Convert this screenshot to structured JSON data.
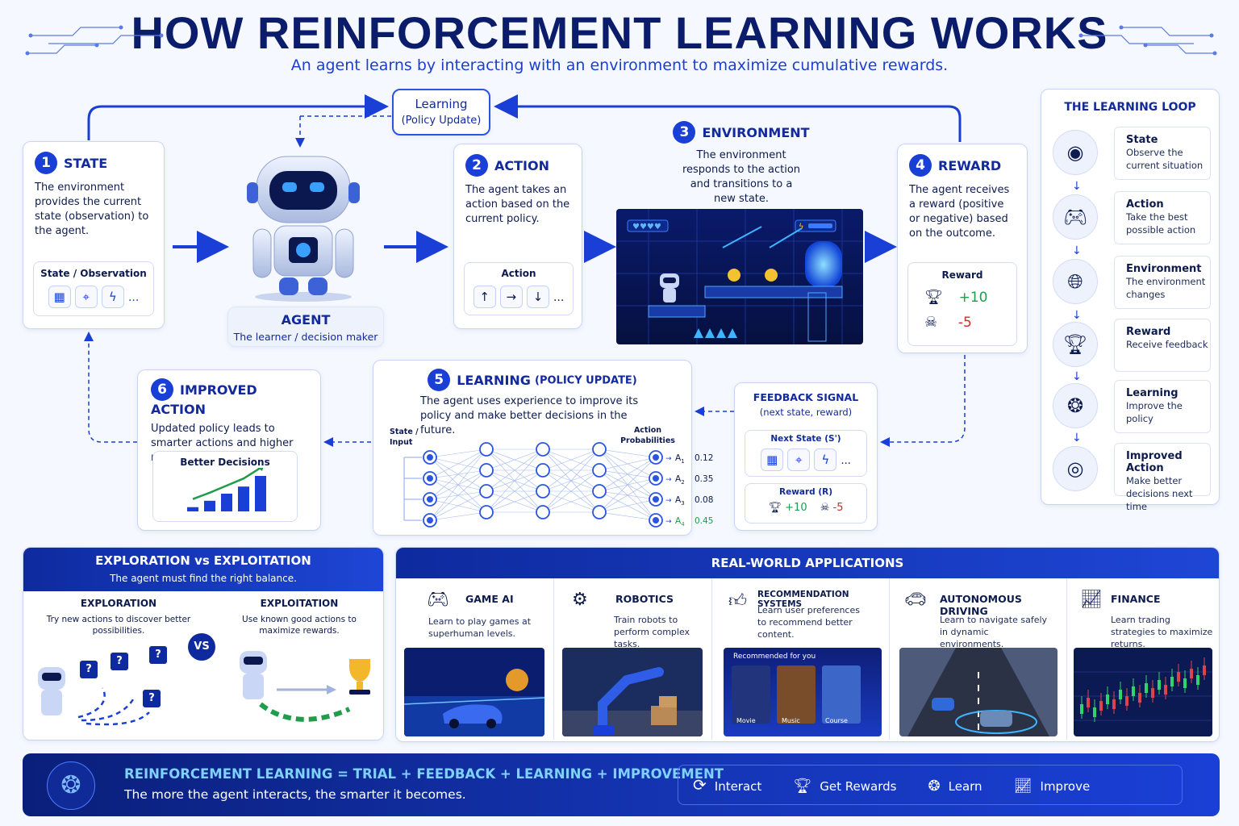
{
  "header": {
    "title": "HOW REINFORCEMENT LEARNING WORKS",
    "subtitle": "An agent learns by interacting with an environment to maximize cumulative rewards."
  },
  "learning_box": {
    "line1": "Learning",
    "line2": "(Policy Update)"
  },
  "state": {
    "num": "1",
    "title": "STATE",
    "desc": "The environment provides the current state (observation) to the agent.",
    "panel_title": "State / Observation",
    "icons": [
      "grid-icon",
      "map-pin-icon",
      "lightning-icon"
    ],
    "more": "..."
  },
  "agent": {
    "title": "AGENT",
    "desc": "The learner / decision maker"
  },
  "action": {
    "num": "2",
    "title": "ACTION",
    "desc": "The agent takes an action based on the current policy.",
    "panel_title": "Action",
    "icons": [
      "arrow-up-icon",
      "arrow-right-icon",
      "arrow-down-icon"
    ],
    "more": "..."
  },
  "environment": {
    "num": "3",
    "title": "ENVIRONMENT",
    "desc": "The environment responds to the action and transitions to a new state."
  },
  "reward": {
    "num": "4",
    "title": "REWARD",
    "desc": "The agent receives a reward (positive or negative) based on the outcome.",
    "panel_title": "Reward",
    "positive": "+10",
    "negative": "-5"
  },
  "learning_step": {
    "num": "5",
    "title": "LEARNING",
    "title_suffix": "(POLICY UPDATE)",
    "desc": "The agent uses experience to improve its policy and make better decisions in the future.",
    "input_label": "State / Input",
    "output_label": "Action Probabilities",
    "actions": [
      {
        "label": "A1",
        "sub": "1",
        "prob": "0.12"
      },
      {
        "label": "A2",
        "sub": "2",
        "prob": "0.35"
      },
      {
        "label": "A3",
        "sub": "3",
        "prob": "0.08"
      },
      {
        "label": "A4",
        "sub": "4",
        "prob": "0.45"
      }
    ]
  },
  "improved": {
    "num": "6",
    "title": "IMPROVED ACTION",
    "desc": "Updated policy leads to smarter actions and higher rewards over time.",
    "panel_title": "Better Decisions",
    "bars": [
      0.12,
      0.3,
      0.5,
      0.7,
      1.0
    ]
  },
  "feedback": {
    "title": "FEEDBACK SIGNAL",
    "subtitle": "(next state, reward)",
    "next_state_label": "Next State (S')",
    "more": "...",
    "reward_label": "Reward (R)",
    "positive": "+10",
    "negative": "-5"
  },
  "sidebar": {
    "title": "THE LEARNING LOOP",
    "items": [
      {
        "title": "State",
        "desc": "Observe the current situation",
        "icon": "eye-icon"
      },
      {
        "title": "Action",
        "desc": "Take the best possible action",
        "icon": "gamepad-icon"
      },
      {
        "title": "Environment",
        "desc": "The environment changes",
        "icon": "globe-icon"
      },
      {
        "title": "Reward",
        "desc": "Receive feedback",
        "icon": "trophy-icon"
      },
      {
        "title": "Learning",
        "desc": "Improve the policy",
        "icon": "brain-icon"
      },
      {
        "title": "Improved Action",
        "desc": "Make better decisions next time",
        "icon": "target-icon"
      }
    ]
  },
  "exploration": {
    "title": "EXPLORATION vs EXPLOITATION",
    "subtitle": "The agent must find the right balance.",
    "left_title": "EXPLORATION",
    "left_desc": "Try new actions to discover better possibilities.",
    "vs": "VS",
    "right_title": "EXPLOITATION",
    "right_desc": "Use known good actions to maximize rewards.",
    "question": "?"
  },
  "applications": {
    "title": "REAL-WORLD APPLICATIONS",
    "items": [
      {
        "title": "GAME AI",
        "desc": "Learn to play games at superhuman levels.",
        "icon": "gamepad-icon"
      },
      {
        "title": "ROBOTICS",
        "desc": "Train robots to perform complex tasks.",
        "icon": "robot-arm-icon"
      },
      {
        "title": "RECOMMENDATION SYSTEMS",
        "desc": "Learn user preferences to recommend better content.",
        "icon": "thumbs-up-icon"
      },
      {
        "title": "AUTONOMOUS DRIVING",
        "desc": "Learn to navigate safely in dynamic environments.",
        "icon": "car-icon"
      },
      {
        "title": "FINANCE",
        "desc": "Learn trading strategies to maximize returns.",
        "icon": "chart-icon"
      }
    ],
    "rec_header": "Recommended for you",
    "rec_tiles": [
      "Movie",
      "Music",
      "Course"
    ]
  },
  "footer": {
    "equation": "REINFORCEMENT LEARNING = TRIAL + FEEDBACK + LEARNING + IMPROVEMENT",
    "tagline": "The more the agent interacts, the smarter it becomes.",
    "pills": [
      {
        "label": "Interact",
        "icon": "cycle-icon"
      },
      {
        "label": "Get Rewards",
        "icon": "trophy-icon"
      },
      {
        "label": "Learn",
        "icon": "brain-icon"
      },
      {
        "label": "Improve",
        "icon": "growth-chart-icon"
      }
    ]
  },
  "colors": {
    "primary": "#1a3fd6",
    "navy": "#0b1c6b",
    "positive": "#1f9d4a",
    "negative": "#d62828"
  }
}
